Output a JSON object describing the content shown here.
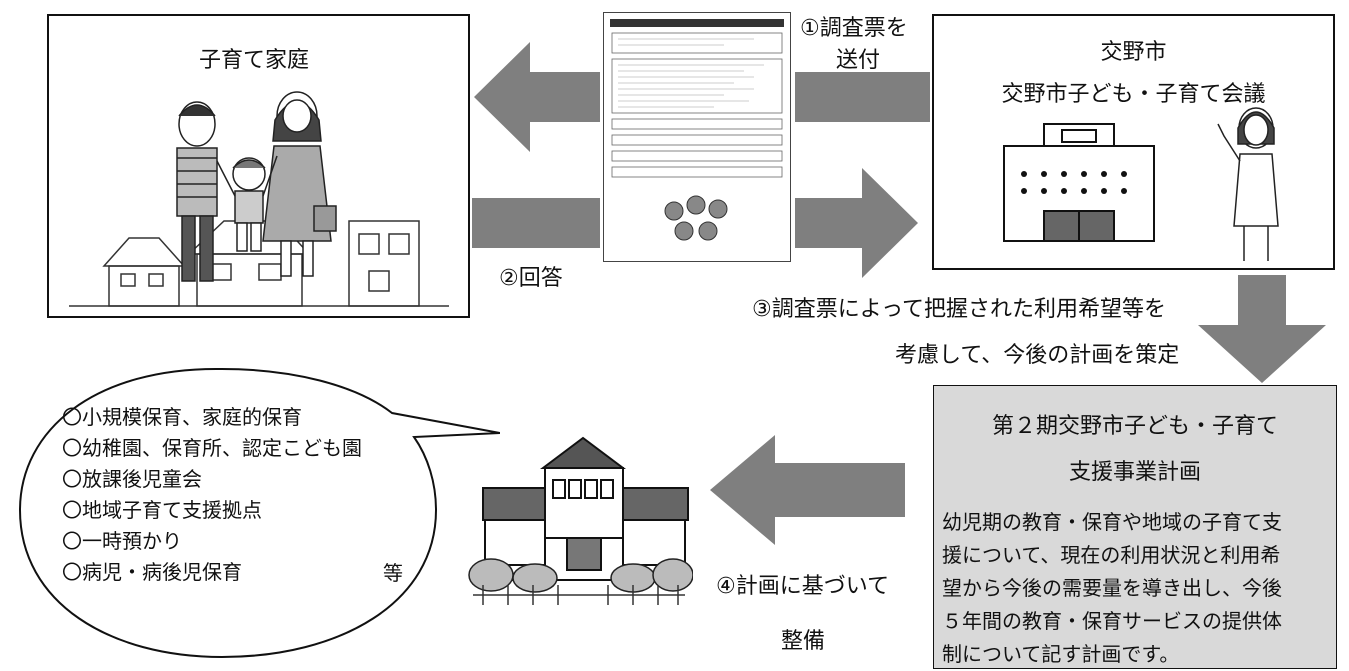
{
  "family": {
    "title": "子育て家庭"
  },
  "city": {
    "title1": "交野市",
    "title2": "交野市子ども・子育て会議"
  },
  "steps": {
    "s1_line1": "①調査票を",
    "s1_line2": "送付",
    "s2": "②回答",
    "s3_line1": "③調査票によって把握された利用希望等を",
    "s3_line2": "考慮して、今後の計画を策定",
    "s4_line1": "④計画に基づいて",
    "s4_line2": "整備"
  },
  "plan": {
    "title1": "第２期交野市子ども・子育て",
    "title2": "支援事業計画",
    "body": [
      "幼児期の教育・保育や地域の子育て支",
      "援について、現在の利用状況と利用希",
      "望から今後の需要量を導き出し、今後",
      "５年間の教育・保育サービスの提供体",
      "制について記す計画です。"
    ]
  },
  "services": {
    "items": [
      "〇小規模保育、家庭的保育",
      "〇幼稚園、保育所、認定こども園",
      "〇放課後児童会",
      "〇地域子育て支援拠点",
      "〇一時預かり",
      "〇病児・病後児保育"
    ],
    "etc": "等"
  },
  "colors": {
    "arrow": "#7f7f7f",
    "plan_bg": "#d9d9d9"
  }
}
